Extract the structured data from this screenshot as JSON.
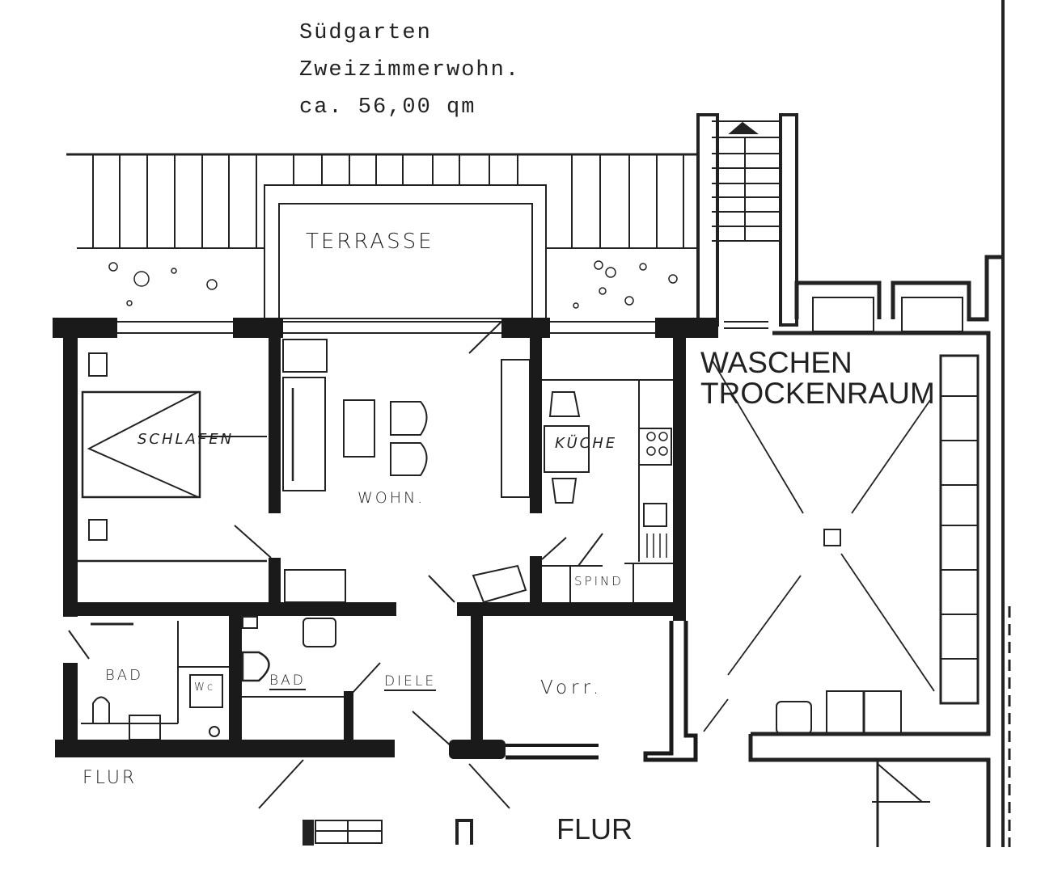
{
  "header": {
    "line1": "Südgarten",
    "line2": "Zweizimmerwohn.",
    "line3": "ca. 56,00  qm"
  },
  "rooms": {
    "terrace": "TERRASSE",
    "bedroom": "SCHLAFEN",
    "living": "WOHN.",
    "kitchen": "KÜCHE",
    "closet": "SPIND",
    "laundry_line1": "WASCHEN",
    "laundry_line2": "TROCKENRAUM",
    "bath_left": "BAD",
    "wc": "Wc",
    "bath_right": "BAD",
    "hall": "DIELE",
    "storage": "Vorr.",
    "corridor_left": "FLUR",
    "corridor_bottom": "FLUR"
  },
  "colors": {
    "ink": "#222222",
    "wall": "#1a1a1a",
    "paper": "#ffffff"
  }
}
